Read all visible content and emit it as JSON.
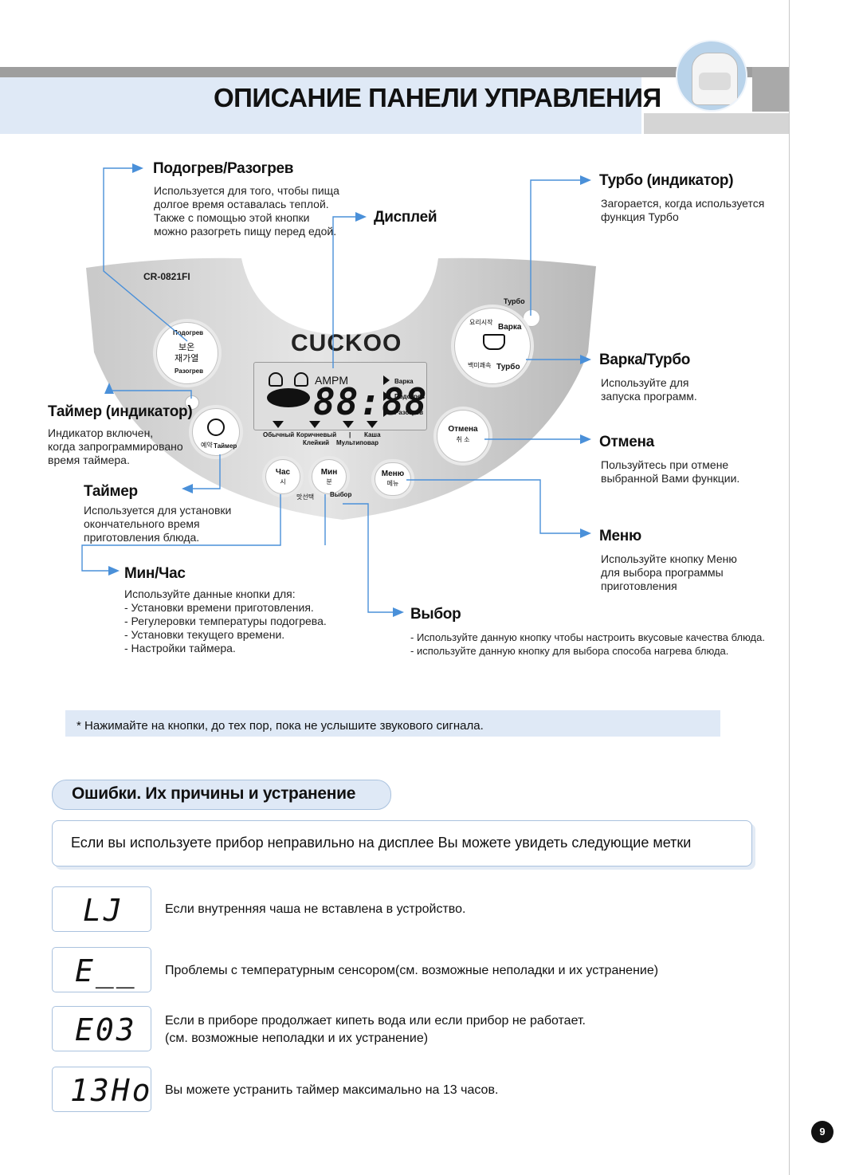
{
  "header": {
    "title": "ОПИСАНИЕ ПАНЕЛИ УПРАВЛЕНИЯ"
  },
  "labels": {
    "reheat": {
      "title": "Подогрев/Разогрев",
      "desc": "Используется для того, чтобы пища\nдолгое время оставалась теплой.\nТакже с помощью этой кнопки\nможно  разогреть пищу перед едой."
    },
    "display": {
      "title": "Дисплей"
    },
    "turbo_ind": {
      "title": "Турбо (индикатор)",
      "desc": "Загорается, когда используется\nфункция Турбо"
    },
    "cook_turbo": {
      "title": "Варка/Турбо",
      "desc": "Используйте для\nзапуска программ."
    },
    "timer_ind": {
      "title": "Таймер (индикатор)",
      "desc": "Индикатор включен,\nкогда запрограммировано\nвремя таймера."
    },
    "cancel": {
      "title": "Отмена",
      "desc": "Пользуйтесь при отмене\nвыбранной Вами функции."
    },
    "timer": {
      "title": "Таймер",
      "desc": "Используется для установки\nокончательного время\nприготовления блюда."
    },
    "menu": {
      "title": "Меню",
      "desc": "Используйте кнопку Меню\nдля выбора программы\nприготовления"
    },
    "minhour": {
      "title": "Мин/Час",
      "desc": "Используйте данные кнопки для:\n- Установки времени приготовления.\n- Регулеровки температуры подогрева.\n- Установки текущего времени.\n- Настройки таймера."
    },
    "select": {
      "title": "Выбор",
      "desc": "- Используйте данную кнопку чтобы настроить вкусовые качества блюда.\n- используйте данную кнопку для выбора способа нагрева блюда."
    }
  },
  "panel": {
    "model": "CR-0821FI",
    "brand": "CUCKOO",
    "turbo_label": "Турбо",
    "reheat_button": {
      "top": "Подогрев",
      "ko1": "보온",
      "ko2": "재가열",
      "bottom": "Разогрев"
    },
    "cook_button": {
      "top_ko": "요리시작",
      "top": "Варка",
      "bottom_ko": "백미쾌속",
      "bottom": "Турбо"
    },
    "timer_button": {
      "ko": "예약",
      "label": "Таймер"
    },
    "cancel_button": {
      "label": "Отмена",
      "ko": "취 소"
    },
    "hour_button": {
      "label": "Час",
      "ko": "시"
    },
    "min_button": {
      "label": "Мин",
      "ko": "분"
    },
    "menu_button": {
      "label": "Меню",
      "ko": "메뉴"
    },
    "select_arc": {
      "ko": "맛선택",
      "label": "Выбор"
    },
    "lcd": {
      "ampm": "AMPM",
      "digits": "88:88",
      "modes": [
        "Варка",
        "Подогрев",
        "Разогрев"
      ],
      "bottom_top": [
        "Обычный",
        "Коричневый",
        "|",
        "Каша"
      ],
      "bottom_bottom": [
        "Клейкий",
        "Мультиповар"
      ]
    }
  },
  "note": {
    "star": "*",
    "text": "Нажимайте на кнопки, до тех пор, пока не услышите звукового сигнала."
  },
  "errors": {
    "title": "Ошибки. Их причины и устранение",
    "intro": "Если вы используете прибор неправильно на дисплее Вы можете увидеть следующие метки",
    "items": [
      {
        "code": "LJ",
        "desc": "Если внутренняя чаша не вставлена в устройство."
      },
      {
        "code": "E__",
        "desc": "Проблемы с температурным сенсором(см. возможные неполадки и их устранение)"
      },
      {
        "code": "E03",
        "desc": "Если в приборе продолжает кипеть вода или если прибор не работает.\n(см. возможные неполадки и их устранение)"
      },
      {
        "code": "13Ho",
        "desc": "Вы можете устранить таймер максимально на 13 часов."
      }
    ]
  },
  "page_number": "9",
  "colors": {
    "accent_blue": "#4a90d9",
    "header_bg": "#dfe9f6",
    "panel_grey": "#bdbdbd"
  }
}
